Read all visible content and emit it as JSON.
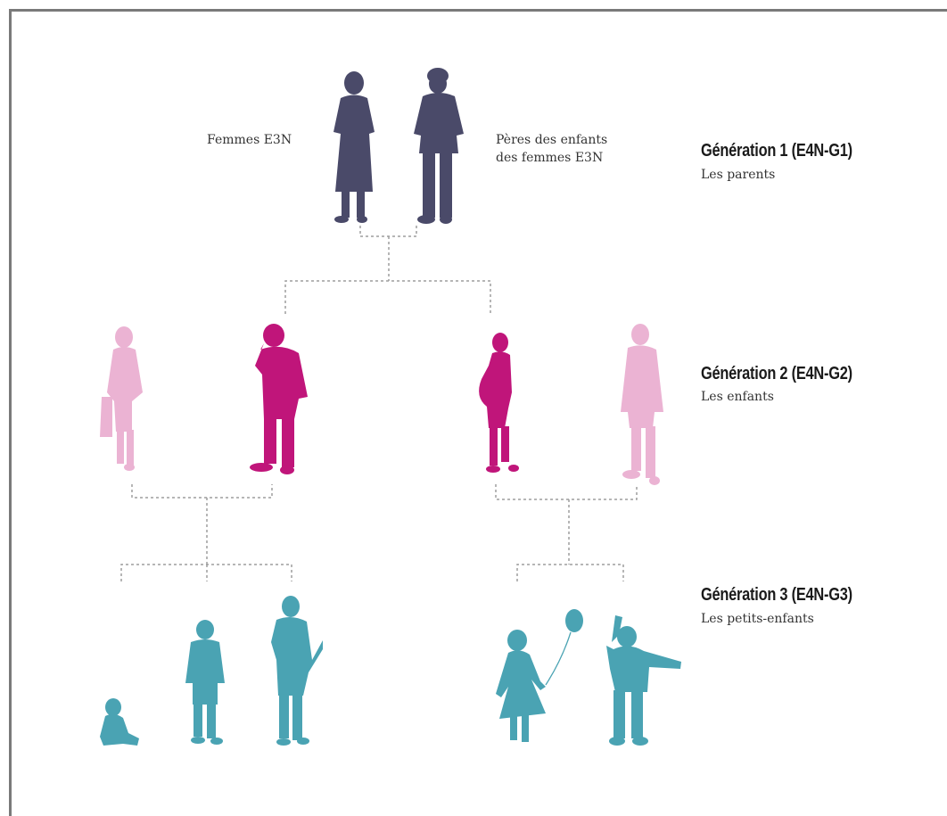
{
  "labels": {
    "women": "Femmes E3N",
    "fathers_line1": "Pères des enfants",
    "fathers_line2": "des femmes E3N"
  },
  "generations": [
    {
      "title": "Génération 1 (E4N-G1)",
      "subtitle": "Les parents"
    },
    {
      "title": "Génération 2 (E4N-G2)",
      "subtitle": "Les enfants"
    },
    {
      "title": "Génération 3 (E4N-G3)",
      "subtitle": "Les petits-enfants"
    }
  ],
  "colors": {
    "generation1": "#4a4a69",
    "generation2_highlight": "#c0157a",
    "generation2_other": "#ebb3d3",
    "generation3": "#4aa3b3",
    "connector": "#9e9e9e"
  }
}
